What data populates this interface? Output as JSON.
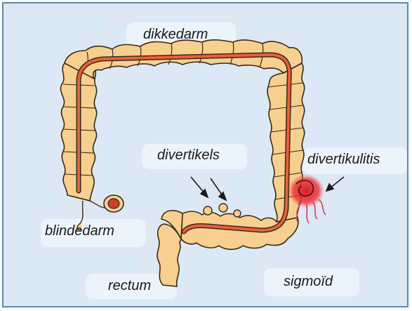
{
  "labels": {
    "colon": "dikkedarm",
    "diverticula": "divertikels",
    "diverticulitis": "divertikulitis",
    "cecum": "blindedarm",
    "rectum": "rectum",
    "sigmoid": "sigmoïd"
  },
  "colors": {
    "frame_border": "#5b86b8",
    "background": "#dce9f5",
    "label_pill": "#ecf4fb",
    "colon_fill": "#f7cf8f",
    "colon_outline": "#3a2a18",
    "lumen": "#e9603c",
    "inflammation": "#e8202a"
  }
}
